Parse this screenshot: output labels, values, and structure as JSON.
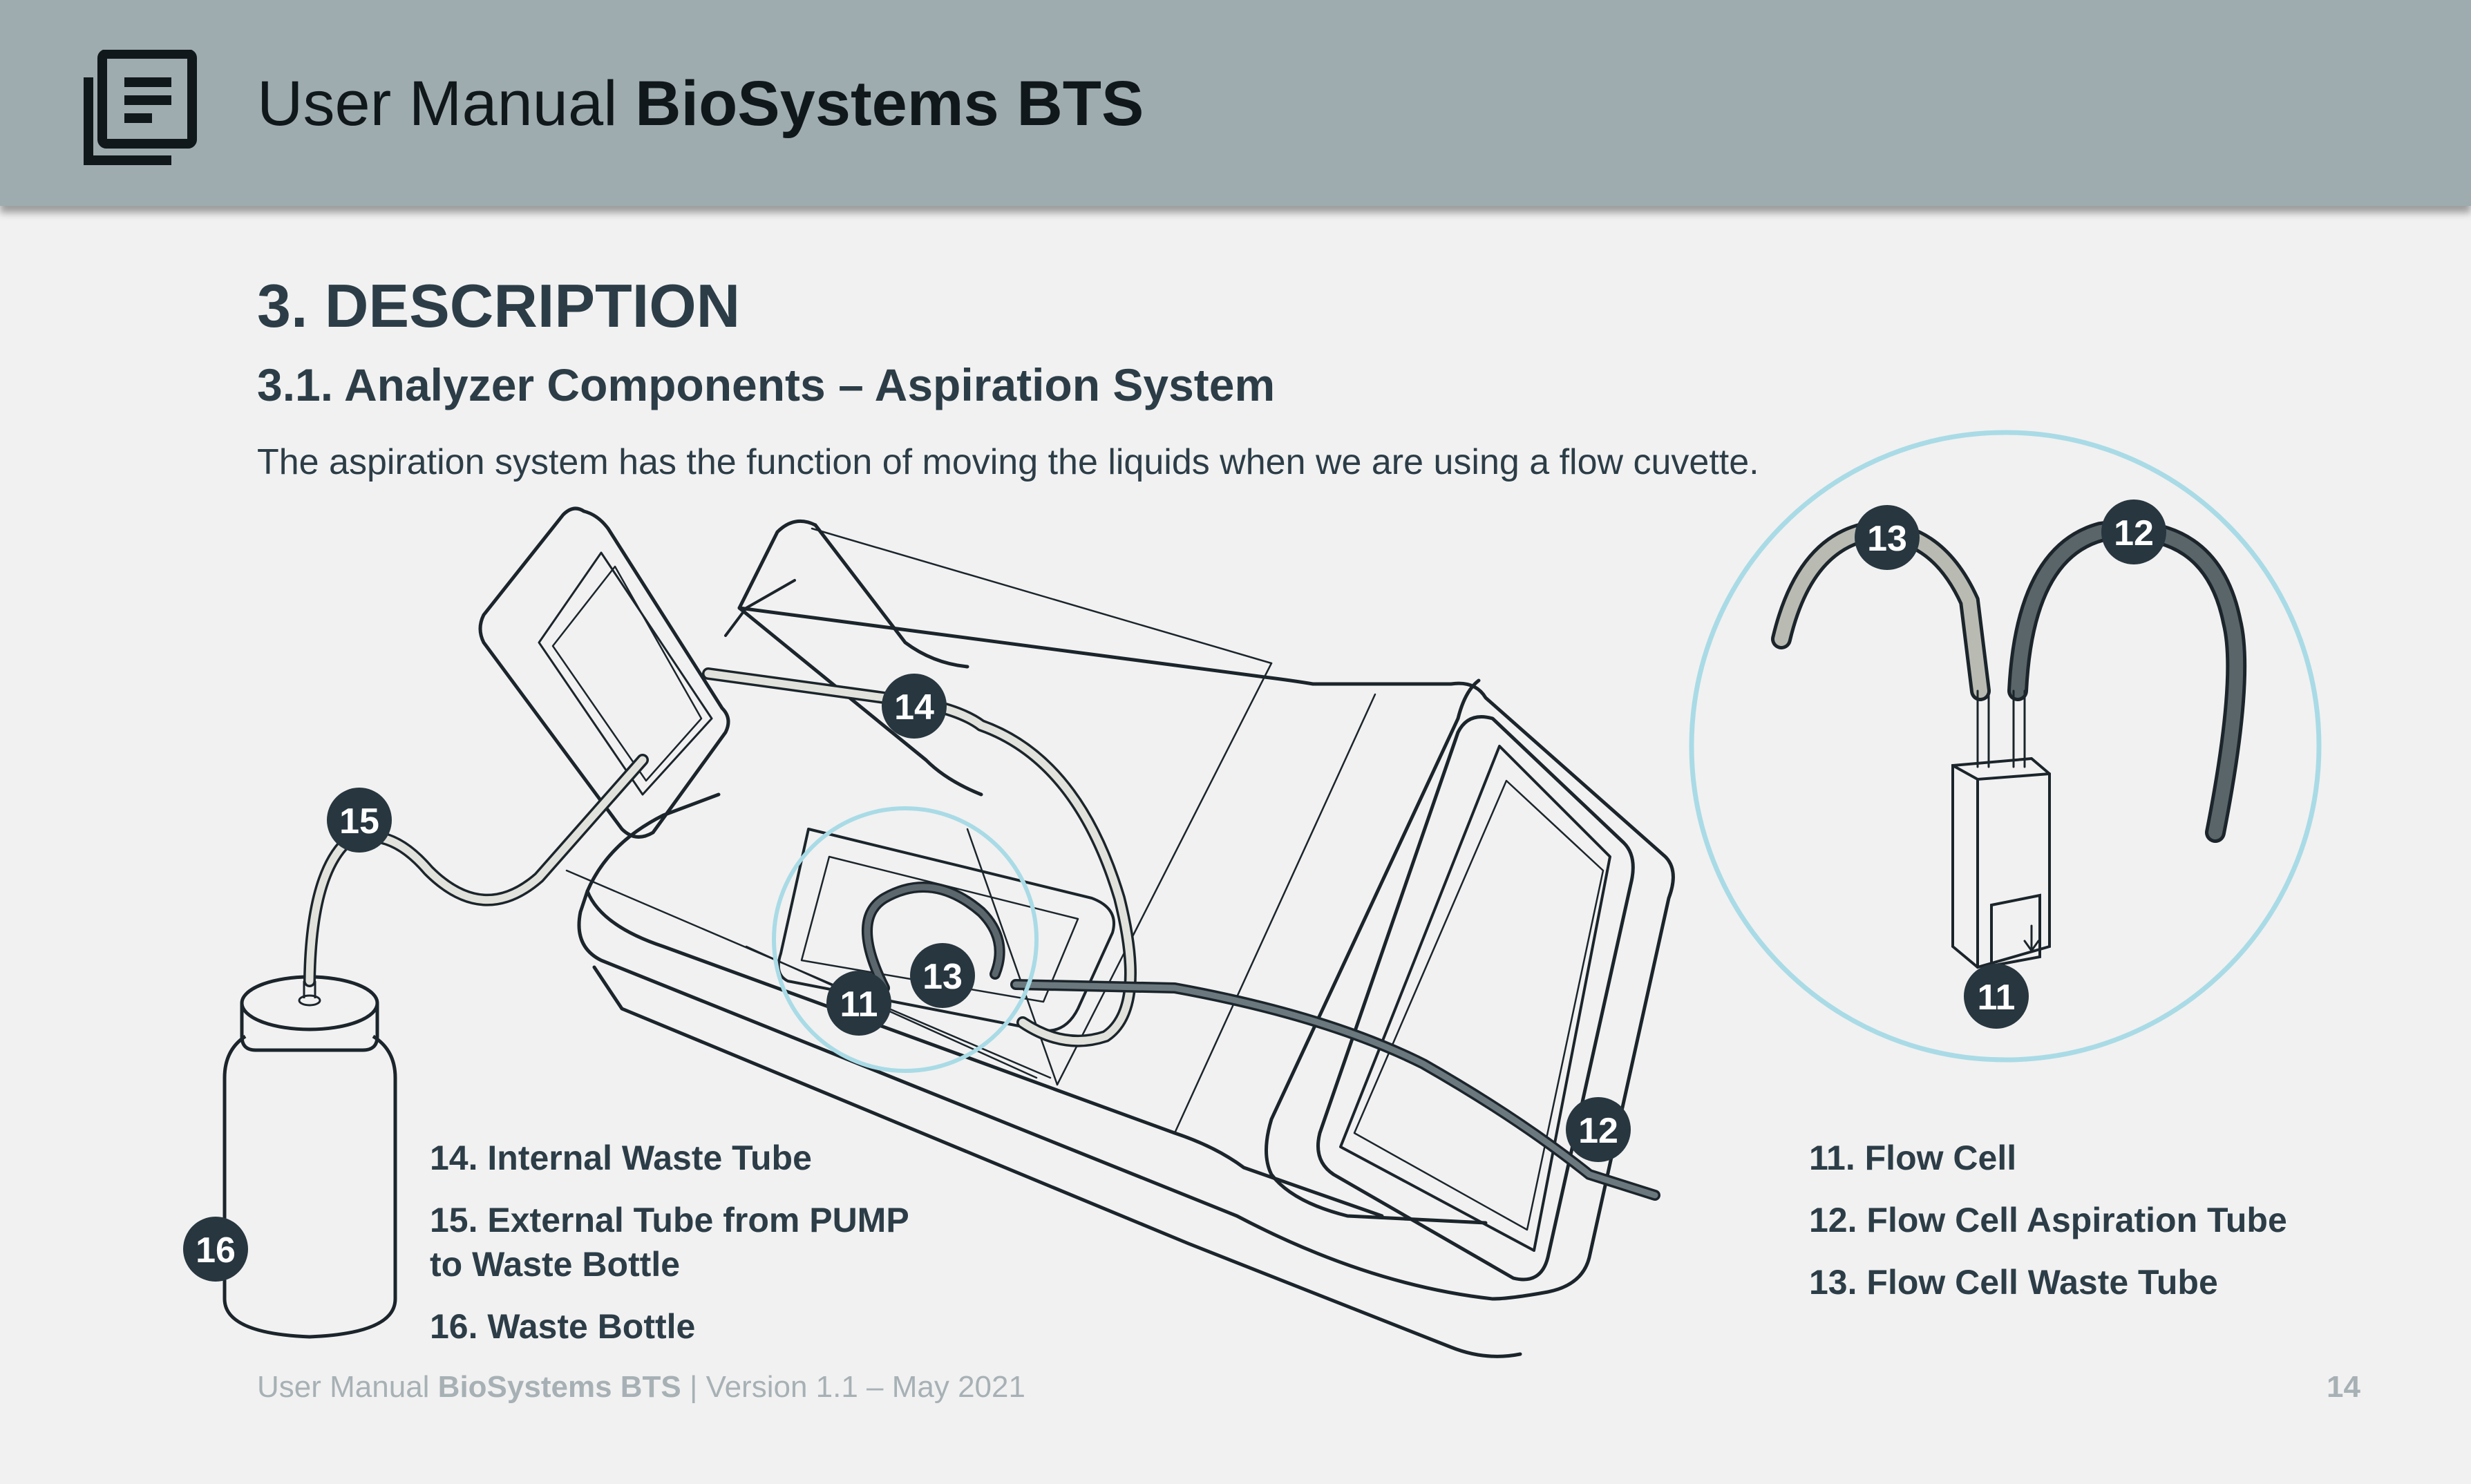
{
  "header": {
    "title_light": "User Manual ",
    "title_bold": "BioSystems BTS",
    "icon": "document-icon"
  },
  "section": {
    "title": "3. DESCRIPTION",
    "subtitle": "3.1. Analyzer Components – Aspiration System",
    "body": "The aspiration system has the function of moving the liquids when we are using a flow cuvette."
  },
  "callouts": [
    "11",
    "12",
    "13",
    "14",
    "15",
    "16"
  ],
  "legend_left": [
    "14. Internal Waste Tube",
    "15. External Tube from PUMP",
    "to Waste Bottle",
    "16. Waste Bottle"
  ],
  "legend_right": [
    "11. Flow Cell",
    "12. Flow Cell Aspiration Tube",
    "13. Flow Cell Waste Tube"
  ],
  "footer": {
    "prefix": "User Manual ",
    "brand": "BioSystems BTS",
    "suffix": " | Version 1.1 – May 2021",
    "page": "14"
  },
  "colors": {
    "header_bg": "#9eabaf",
    "text_dark": "#2c3d47",
    "callout_bg": "#27363f",
    "detail_circle": "#a9dbe6",
    "footer_text": "#a7b1b5"
  }
}
